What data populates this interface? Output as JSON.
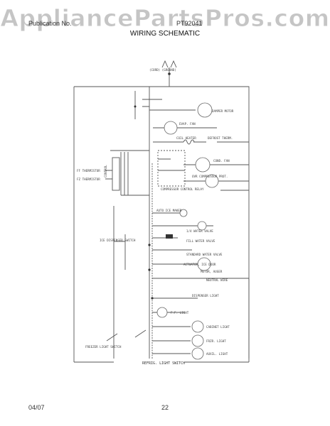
{
  "watermark": "AppliancePartsPros.com",
  "header": {
    "left": "Publication No.",
    "right": "PT92041",
    "title": "WIRING SCHEMATIC"
  },
  "footer": {
    "date": "04/07",
    "page": "22"
  },
  "components": {
    "service_cord": "(CORD) (GROUND)",
    "damper_motor": "DAMPER MOTOR",
    "evap_fan": "EVAP. FAN",
    "coil_heater": "COIL HEATER",
    "defrost_therm": "DEFROST THERM.",
    "cond_fan": "COND. FAN",
    "ff_thermistor": "FF THERMISTOR",
    "fz_thermistor": "FZ THERMISTOR",
    "control": "CONTROL",
    "compressor_relay": "COMPRESSOR CONTROL RELAY",
    "ovr_compressor": "OVR COMPRESSOR PROT.",
    "auto_ice_maker": "AUTO ICE MAKER",
    "ice_valve": "1/4 WATER VALVE",
    "water_valve": "FILL WATER VALVE",
    "standard_water_valve": "STANDARD WATER VALVE",
    "actuator": "ACTUATOR, ICE DOOR",
    "dispenser_switch": "ICE DISPENSER SWITCH",
    "motor_auger": "MOTOR, AUGER",
    "neutral_wire": "NEUTRAL WIRE",
    "ff_light": "F.F. LIGHT",
    "diverter_switch": "DISPENSER LIGHT",
    "rr_light": "CABINET LIGHT",
    "fz_light": "FRZR. LIGHT",
    "aux_light": "AUXIL. LIGHT",
    "freezer_light_switch": "FREEZER LIGHT SWITCH",
    "bottom_switch": "REFRIG. LIGHT SWITCH"
  }
}
